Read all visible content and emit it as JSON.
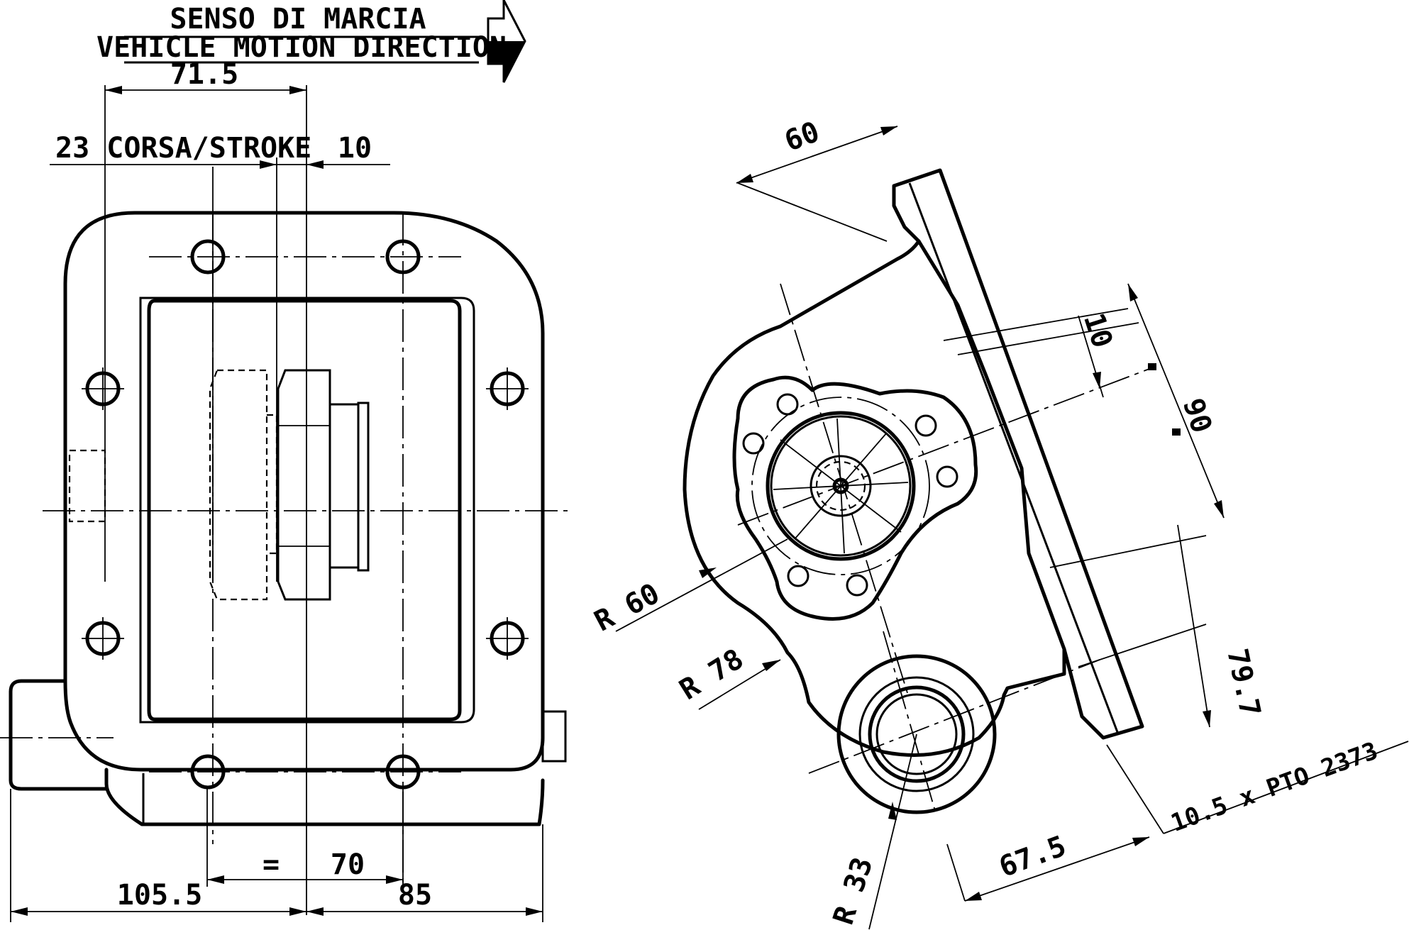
{
  "motion_direction": {
    "label_it": "SENSO DI MARCIA",
    "label_en": "VEHICLE MOTION DIRECTION"
  },
  "front_view": {
    "dim_overall_offset": "71.5",
    "dim_stroke": "23 CORSA/STROKE",
    "dim_engagement": "10",
    "dim_bolt_spacing": "70",
    "dim_bolt_spacing_sym": "=",
    "dim_left": "105.5",
    "dim_right": "85"
  },
  "side_view": {
    "dim_top": "60",
    "dim_shaft_offset": "10",
    "dim_flange": "90",
    "dim_height": "79.7",
    "dim_outlet": "10.5 x PTO 2373",
    "dim_bottom": "67.5",
    "radius_1": "R 60",
    "radius_2": "R 78",
    "radius_3": "R 33"
  }
}
